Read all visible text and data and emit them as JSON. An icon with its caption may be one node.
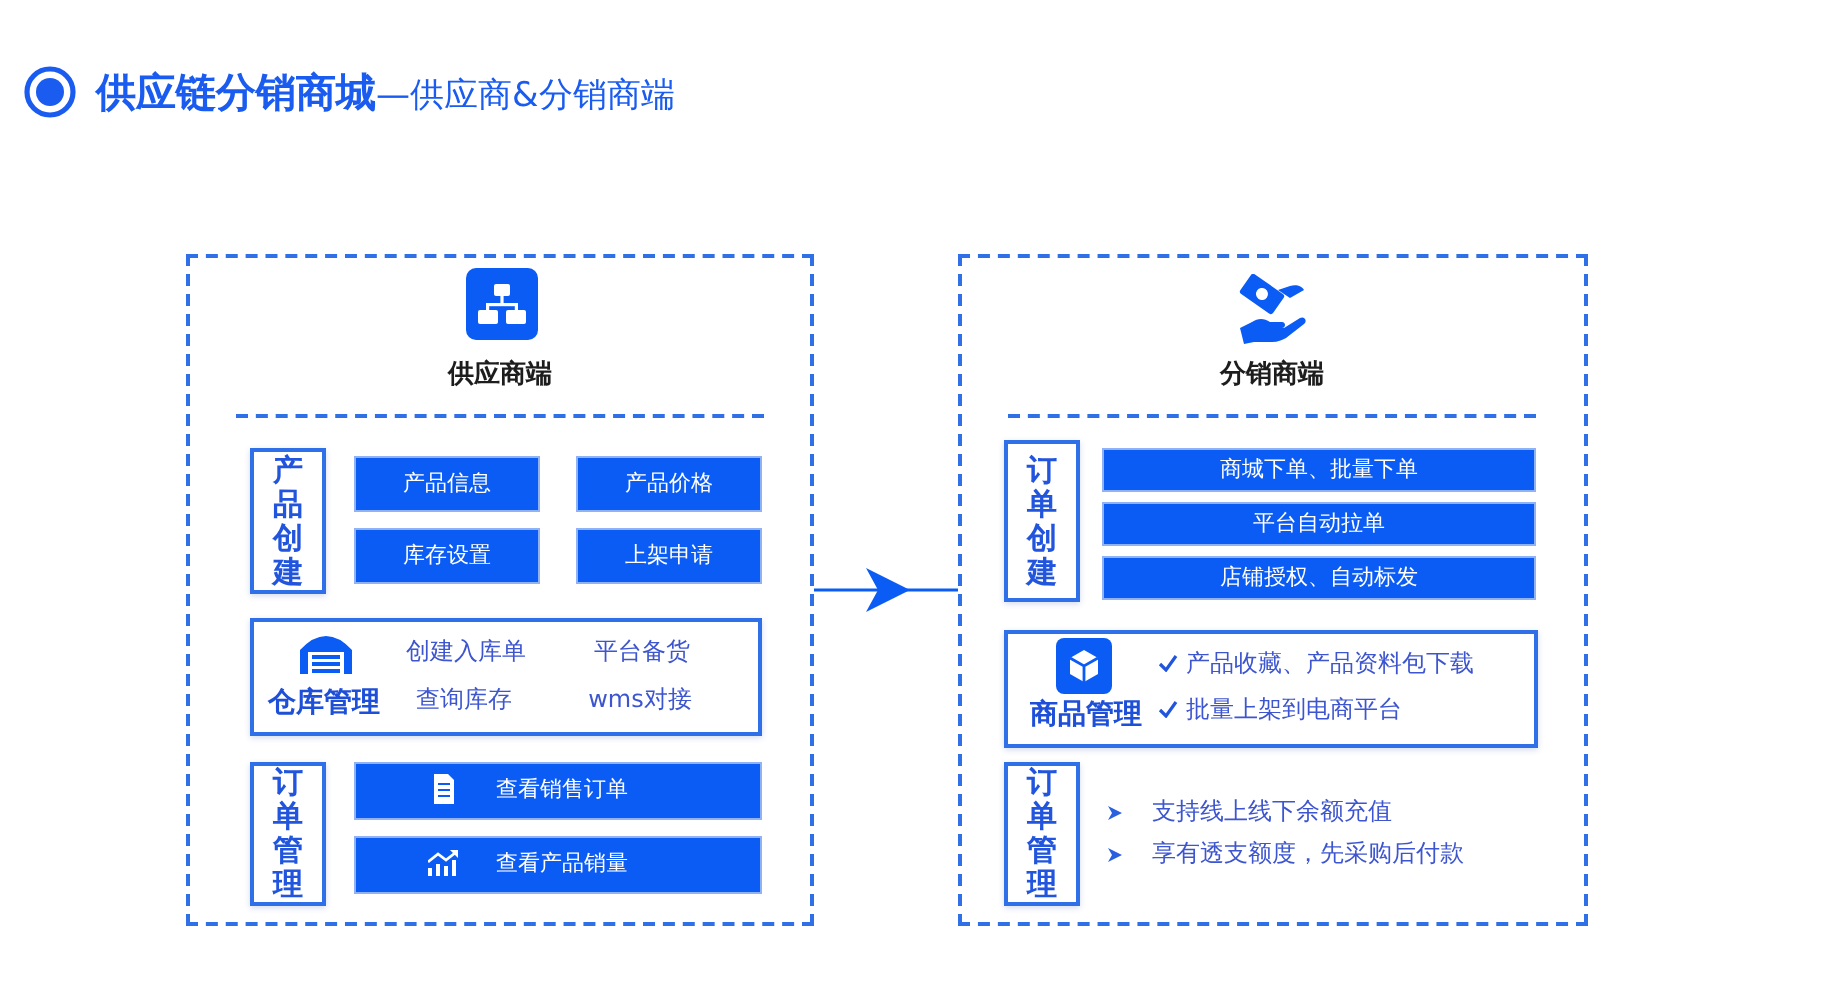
{
  "diagram": {
    "title": "**供应链分销商城**—供应商&分销商端",
    "nodes": [
      {
        "text": [
          "供应商端"
        ]
      },
      {
        "text": [
          "产品创建"
        ],
        "in": 0
      },
      {
        "text": [
          "产品信息"
        ],
        "in": 0
      },
      {
        "text": [
          "产品价格"
        ],
        "in": 0
      },
      {
        "text": [
          "库存设置"
        ],
        "in": 0
      },
      {
        "text": [
          "上架申请"
        ],
        "in": 0
      },
      {
        "text": [
          "仓库管理",
          "创建入库单",
          "平台备货",
          "查询库存",
          "wms对接"
        ],
        "in": 0
      },
      {
        "text": [
          "订单管理"
        ],
        "in": 0
      },
      {
        "text": [
          "查看销售订单"
        ],
        "in": 0
      },
      {
        "text": [
          "查看产品销量"
        ],
        "in": 0
      },
      {
        "text": [
          "分销商端"
        ]
      },
      {
        "text": [
          "订单创建"
        ],
        "in": 10
      },
      {
        "text": [
          "商城下单、批量下单"
        ],
        "in": 10
      },
      {
        "text": [
          "平台自动拉单"
        ],
        "in": 10
      },
      {
        "text": [
          "店铺授权、自动标发"
        ],
        "in": 10
      },
      {
        "text": [
          "商品管理",
          "产品收藏、产品资料包下载",
          "批量上架到电商平台"
        ],
        "in": 10
      },
      {
        "text": [
          "订单管理"
        ],
        "in": 10,
        "beside": [
          "支持线上线下余额充值",
          "享有透支额度，先采购后付款"
        ]
      }
    ],
    "edges": [
      {
        "from": 0,
        "to": 10,
        "arrow": "to"
      }
    ]
  }
}
